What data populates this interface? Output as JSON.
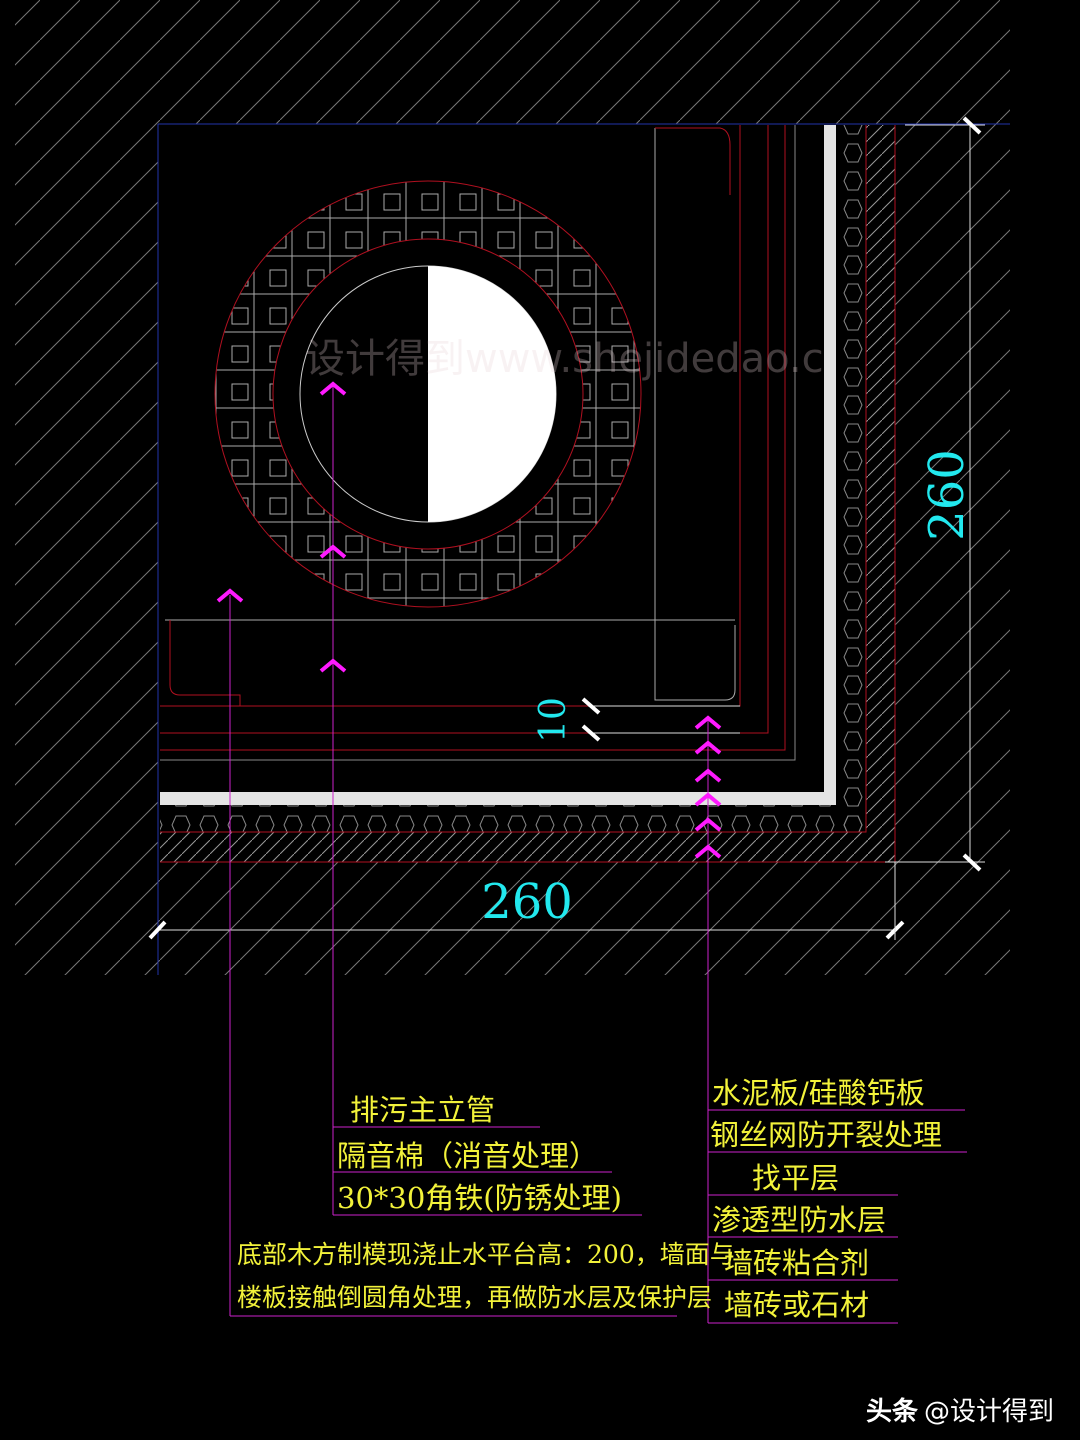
{
  "drawing": {
    "dimensions": {
      "width_label": "260",
      "height_label": "260",
      "gap_label": "10"
    },
    "watermark": "设计得到www.shejidedao.c",
    "left_labels": [
      "排污主立管",
      "隔音棉（消音处理）",
      "30*30角铁(防锈处理)"
    ],
    "bottom_note": [
      "底部木方制模现浇止水平台高：200，墙面与",
      "楼板接触倒圆角处理，再做防水层及保护层"
    ],
    "right_labels": [
      "水泥板/硅酸钙板",
      "钢丝网防开裂处理",
      "找平层",
      "渗透型防水层",
      "墙砖粘合剂",
      "墙砖或石材"
    ],
    "colors": {
      "label": "#f2f23a",
      "dimension": "#22e8ee",
      "leader": "#ff1aff",
      "layer_line": "#b01020",
      "background": "#000000"
    }
  },
  "credit": {
    "platform": "头条",
    "account": "@设计得到"
  }
}
